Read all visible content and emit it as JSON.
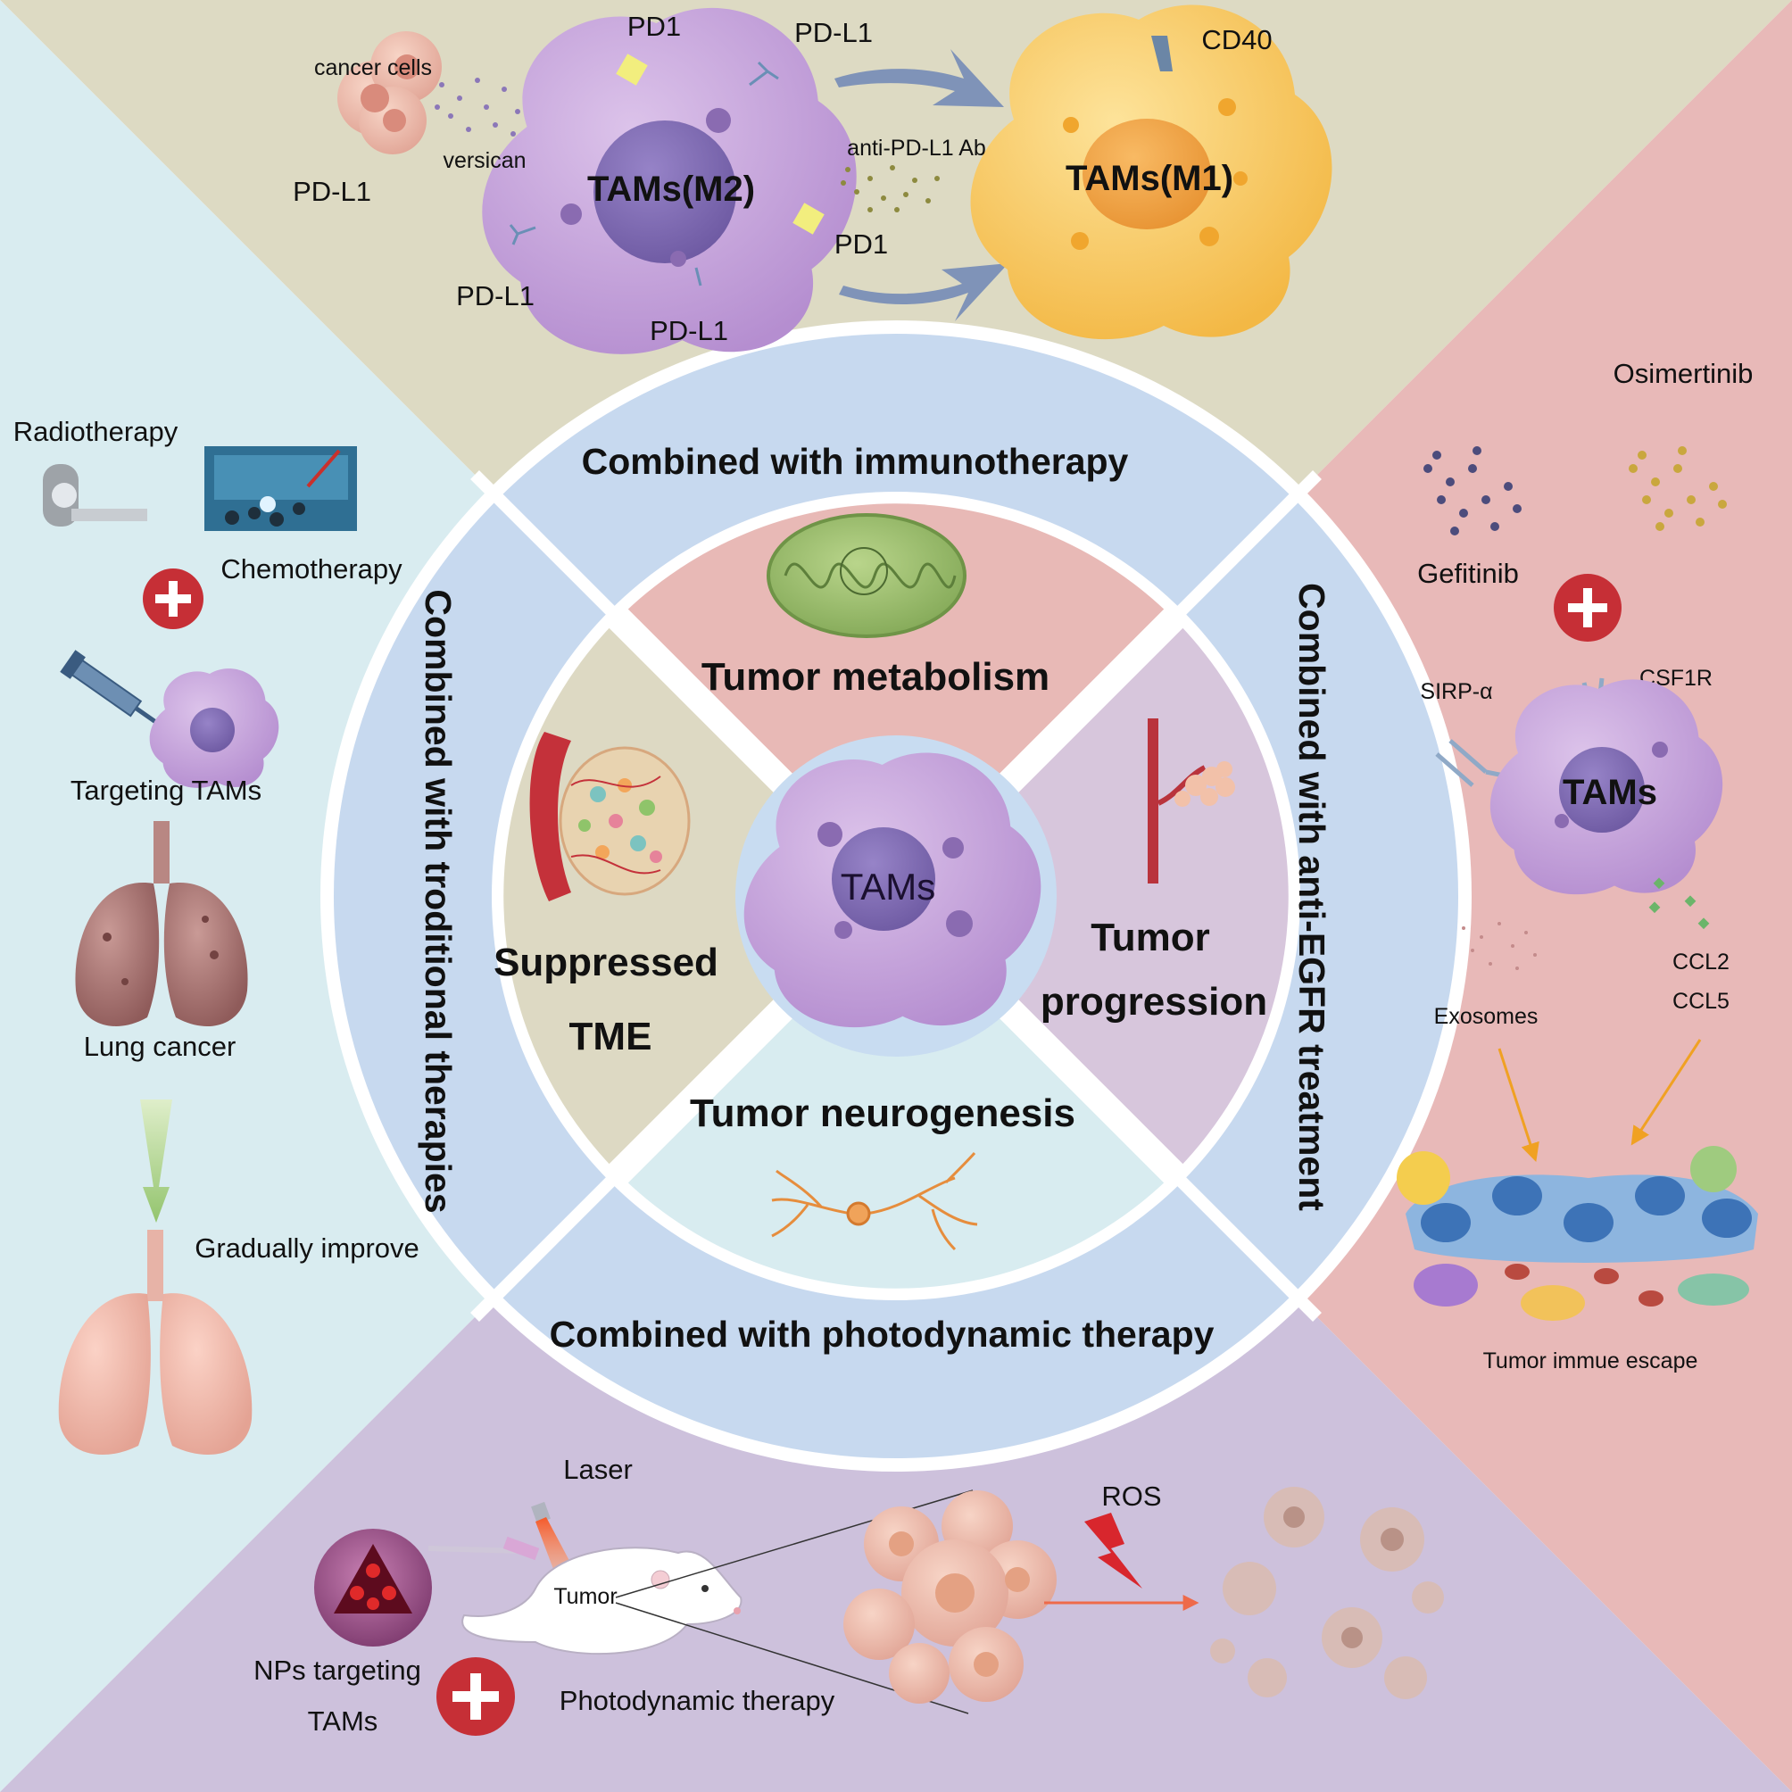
{
  "ring": {
    "top": "Combined with immunotherapy",
    "left": "Combined with troditional therapies",
    "right": "Combined with anti-EGFR treatment",
    "bottom": "Combined with photodynamic therapy"
  },
  "inner": {
    "top": "Tumor metabolism",
    "left_line1": "Suppressed",
    "left_line2": "TME",
    "right_line1": "Tumor",
    "right_line2": "progression",
    "bottom": "Tumor neurogenesis",
    "center": "TAMs"
  },
  "immunotherapy": {
    "cancer_cells": "cancer cells",
    "versican": "versican",
    "pdl1": "PD-L1",
    "pd1": "PD1",
    "tam_m2": "TAMs(M2)",
    "tam_m1": "TAMs(M1)",
    "cd40": "CD40",
    "anti_pdl1": "anti-PD-L1 Ab"
  },
  "traditional": {
    "radiotherapy": "Radiotherapy",
    "chemotherapy": "Chemotherapy",
    "targeting": "Targeting TAMs",
    "lung_cancer": "Lung cancer",
    "improve": "Gradually improve"
  },
  "egfr": {
    "osimertinib": "Osimertinib",
    "gefitinib": "Gefitinib",
    "sirp": "SIRP-α",
    "csf1r": "CSF1R",
    "tams": "TAMs",
    "exosomes": "Exosomes",
    "ccl2": "CCL2",
    "ccl5": "CCL5",
    "escape": "Tumor immue escape"
  },
  "pdt": {
    "laser": "Laser",
    "ros": "ROS",
    "tumor": "Tumor",
    "nps_line1": "NPs targeting",
    "nps_line2": "TAMs",
    "therapy": "Photodynamic therapy"
  },
  "colors": {
    "quadrant_top": "#dddac3",
    "quadrant_left": "#d9ecf0",
    "quadrant_right": "#e8b9b8",
    "quadrant_bottom": "#cdc1dc",
    "ring": "#c7d9ef",
    "inner_top": "#e8b9b6",
    "inner_left": "#ddd9c3",
    "inner_right": "#d7c6dc",
    "inner_bottom": "#d8ecf0",
    "tam_purple": "#c9a6dc",
    "tam_m1": "#f6c866",
    "plus_red": "#c62f36"
  }
}
